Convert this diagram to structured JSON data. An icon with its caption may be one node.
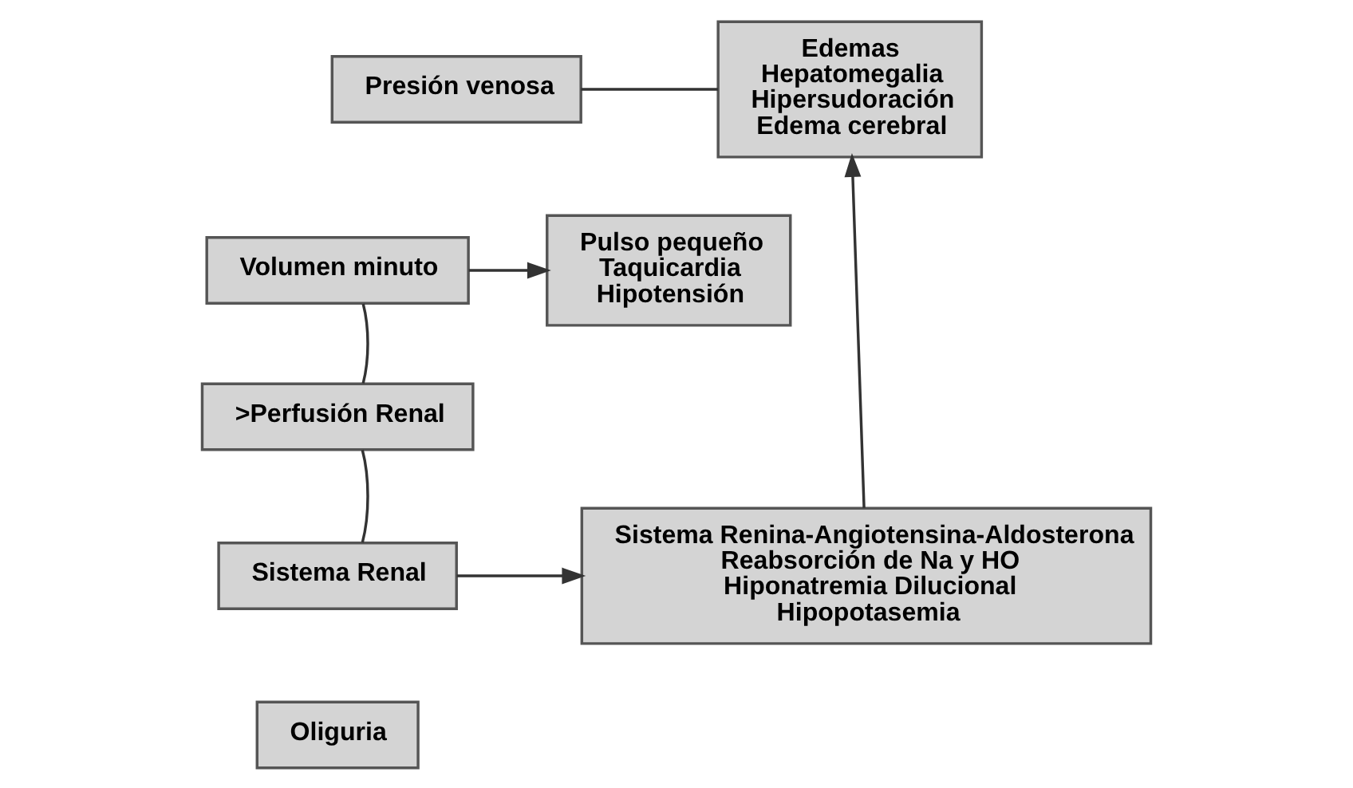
{
  "diagram": {
    "nodes": [
      {
        "text": [
          "Presión venosa"
        ]
      },
      {
        "text": [
          "Volumen minuto"
        ]
      },
      {
        "text": [
          ">Perfusión Renal"
        ]
      },
      {
        "text": [
          "Sistema Renal"
        ]
      },
      {
        "text": [
          "Oliguria"
        ]
      },
      {
        "text": [
          "Pulso pequeño",
          "Taquicardia",
          "Hipotensión"
        ]
      },
      {
        "text": [
          "Edemas",
          "Hepatomegalia",
          "Hipersudoración",
          "Edema cerebral"
        ]
      },
      {
        "text": [
          "Sistema Renina-Angiotensina-Aldosterona",
          "Reabsorción de Na y HO",
          "Hiponatremia Dilucional",
          "Hipopotasemia"
        ]
      }
    ],
    "edges": [
      {
        "from": 0,
        "to": 6,
        "arrow": "none"
      },
      {
        "from": 1,
        "to": 2,
        "arrow": "none"
      },
      {
        "from": 1,
        "to": 5,
        "arrow": "to"
      },
      {
        "from": 2,
        "to": 3,
        "arrow": "none"
      },
      {
        "from": 3,
        "to": 7,
        "arrow": "to"
      },
      {
        "from": 7,
        "to": 6,
        "arrow": "to"
      }
    ]
  }
}
